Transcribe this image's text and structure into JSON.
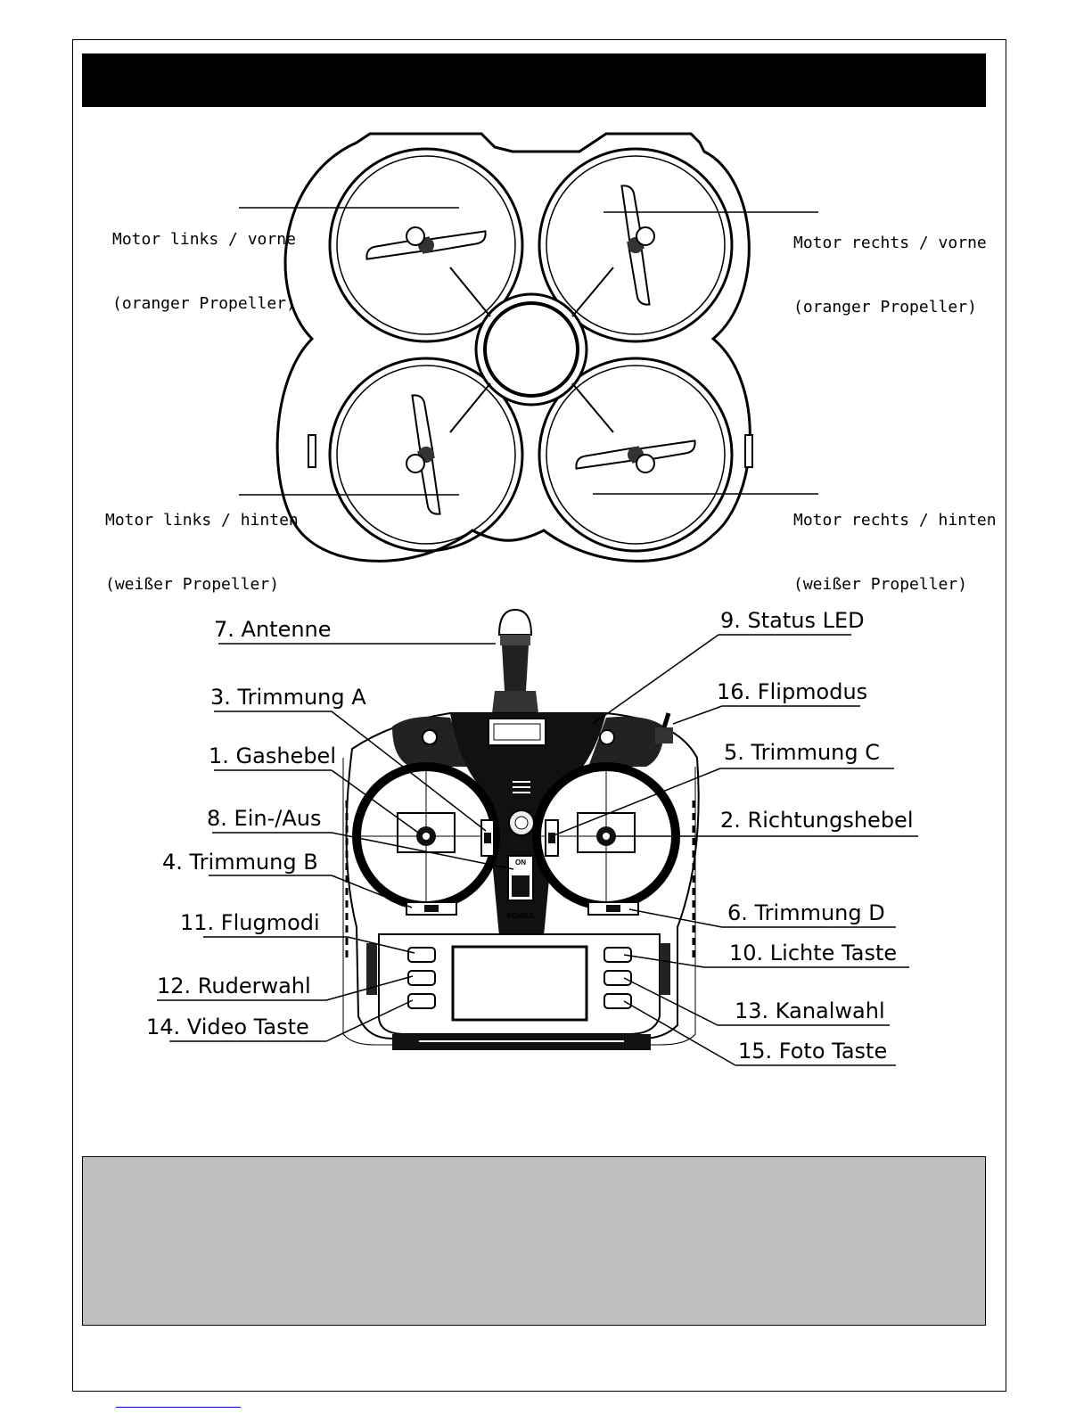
{
  "drone_labels": {
    "front_left": {
      "line1": "Motor links / vorne",
      "line2": "(oranger Propeller)"
    },
    "front_right": {
      "line1": "Motor rechts / vorne",
      "line2": "(oranger Propeller)"
    },
    "rear_left": {
      "line1": "Motor links / hinten",
      "line2": "(weißer Propeller)"
    },
    "rear_right": {
      "line1": "Motor rechts / hinten",
      "line2": "(weißer Propeller)"
    }
  },
  "remote_labels": {
    "l1": "1. Gashebel",
    "l2": "2. Richtungshebel",
    "l3": "3. Trimmung A",
    "l4": "4. Trimmung B",
    "l5": "5. Trimmung C",
    "l6": "6. Trimmung D",
    "l7": "7. Antenne",
    "l8": "8. Ein-/Aus",
    "l9": "9. Status LED",
    "l10": "10. Lichte Taste",
    "l11": "11. Flugmodi",
    "l12": "12. Ruderwahl",
    "l13": "13. Kanalwahl",
    "l14": "14. Video Taste",
    "l15": "15. Foto Taste",
    "l16": "16. Flipmodus"
  },
  "remote_printed": {
    "on": "ON",
    "power": "POWER"
  },
  "colors": {
    "title_bar": "#000000",
    "note_box": "#bfbfbf",
    "footer_link": "#0000ff"
  }
}
